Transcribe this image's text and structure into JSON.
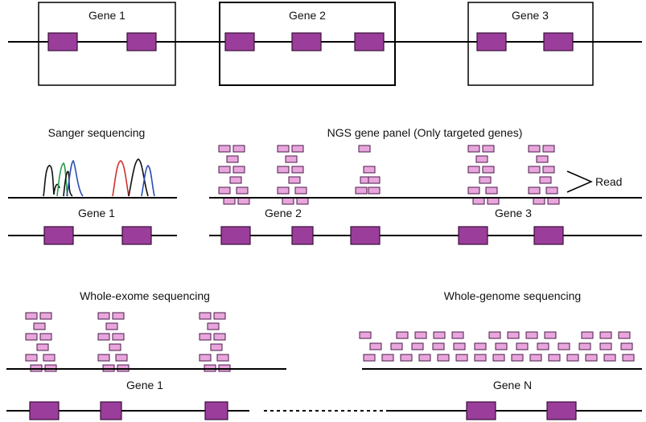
{
  "genes_top": {
    "labels": [
      "Gene 1",
      "Gene 2",
      "Gene 3"
    ]
  },
  "sanger": {
    "title": "Sanger sequencing",
    "gene_label": "Gene 1"
  },
  "panel": {
    "title": "NGS gene panel (Only targeted genes)",
    "gene_labels": [
      "Gene 2",
      "Gene 3"
    ],
    "read_label": "Read"
  },
  "wes": {
    "title": "Whole-exome sequencing",
    "gene_label": "Gene 1"
  },
  "wgs": {
    "title": "Whole-genome sequencing",
    "gene_label": "Gene N"
  },
  "colors": {
    "exon_fill": "#9b3d9b",
    "exon_stroke": "#3a0f3a",
    "read_fill": "#e8a6dc",
    "read_stroke": "#4a1a4a",
    "line": "#000000",
    "trace_black": "#111111",
    "trace_green": "#2a9d4a",
    "trace_blue": "#2b4fb3",
    "trace_red": "#d0312d"
  }
}
